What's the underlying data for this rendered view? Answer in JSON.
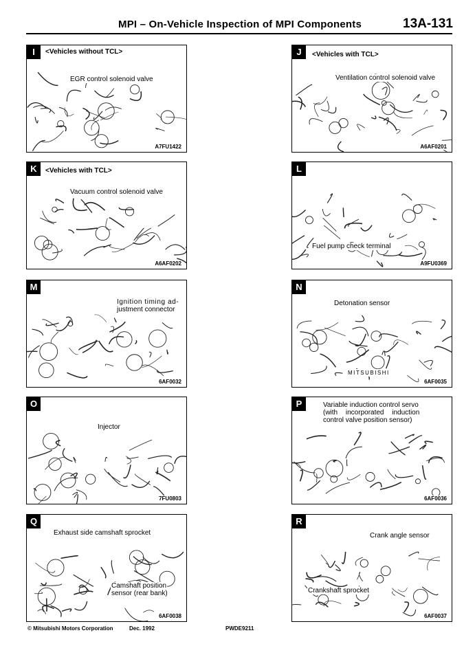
{
  "header": {
    "title": "MPI – On-Vehicle Inspection of MPI Components",
    "page_number": "13A-131"
  },
  "panels": [
    {
      "letter": "I",
      "subtitle": "<Vehicles without TCL>",
      "callouts": [
        "EGR control solenoid valve"
      ],
      "code": "A7FU1422"
    },
    {
      "letter": "J",
      "subtitle": "<Vehicles with TCL>",
      "callouts": [
        "Ventilation control solenoid valve"
      ],
      "code": "A6AF0201"
    },
    {
      "letter": "K",
      "subtitle": "<Vehicles with TCL>",
      "callouts": [
        "Vacuum control solenoid valve"
      ],
      "code": "A6AF0202"
    },
    {
      "letter": "L",
      "subtitle": "",
      "callouts": [
        "Fuel pump check terminal"
      ],
      "code": "A9FU0369"
    },
    {
      "letter": "M",
      "subtitle": "",
      "callouts": [
        "Ignition timing ad-",
        "justment connector"
      ],
      "code": "6AF0032"
    },
    {
      "letter": "N",
      "subtitle": "",
      "callouts": [
        "Detonation sensor",
        "MITSUBISHI"
      ],
      "code": "6AF0035"
    },
    {
      "letter": "O",
      "subtitle": "",
      "callouts": [
        "Injector"
      ],
      "code": "7FU0803"
    },
    {
      "letter": "P",
      "subtitle": "",
      "callouts": [
        "Variable induction control servo",
        "(with incorporated induction",
        "control valve position sensor)"
      ],
      "code": "6AF0036"
    },
    {
      "letter": "Q",
      "subtitle": "",
      "callouts": [
        "Exhaust side camshaft sprocket",
        "Camshaft position",
        "sensor (rear bank)"
      ],
      "code": "6AF0038"
    },
    {
      "letter": "R",
      "subtitle": "",
      "callouts": [
        "Crank angle sensor",
        "Crankshaft sprocket"
      ],
      "code": "6AF0037"
    }
  ],
  "footer": {
    "copyright": "© Mitsubishi Motors Corporation",
    "date": "Dec. 1992",
    "doc_id": "PWDE9211"
  }
}
